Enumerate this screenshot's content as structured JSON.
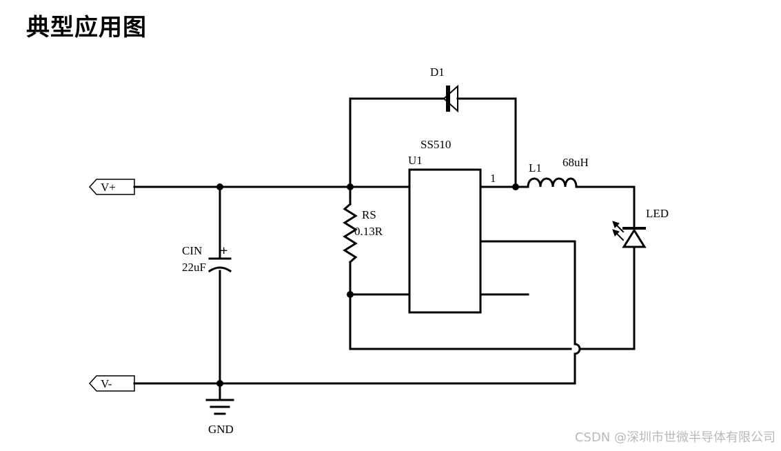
{
  "title": "典型应用图",
  "labels": {
    "d1": "D1",
    "ic_part": "SS510",
    "ic_ref": "U1",
    "pin1": "1",
    "l1_ref": "L1",
    "l1_val": "68uH",
    "led": "LED",
    "rs_ref": "RS",
    "rs_val": "0.13R",
    "cin_ref": "CIN",
    "cin_val": "22uF",
    "cap_plus": "+",
    "vplus": "V+",
    "vminus": "V-",
    "gnd": "GND"
  },
  "watermark": "CSDN @深圳市世微半导体有限公司"
}
